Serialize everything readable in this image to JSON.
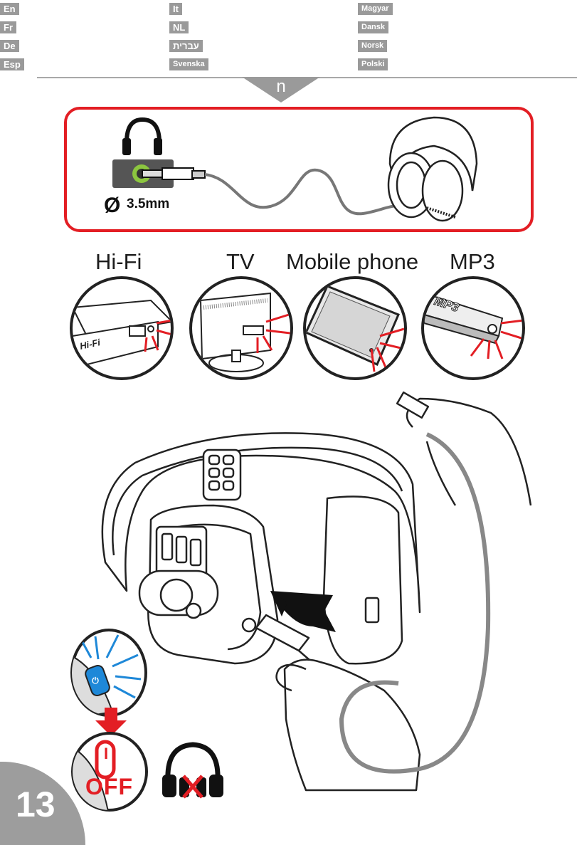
{
  "languages": {
    "col1": [
      "En",
      "Fr",
      "De",
      "Esp"
    ],
    "col2": [
      "It",
      "NL",
      "עברית",
      "Svenska"
    ],
    "col3": [
      "Magyar",
      "Dansk",
      "Norsk",
      "Polski"
    ]
  },
  "section_tab_letter": "n",
  "connector": {
    "label": "3.5mm"
  },
  "sources": [
    "Hi-Fi",
    "TV",
    "Mobile phone",
    "MP3"
  ],
  "device_labels": {
    "hifi": "Hi-Fi",
    "mp3": "MP3"
  },
  "power": {
    "off_label": "OFF",
    "on_symbol": "I"
  },
  "page_number": "13",
  "colors": {
    "red": "#e31e24",
    "blue": "#1e88d8",
    "green": "#8cc63f",
    "grey_tab": "#9a9a9a"
  }
}
